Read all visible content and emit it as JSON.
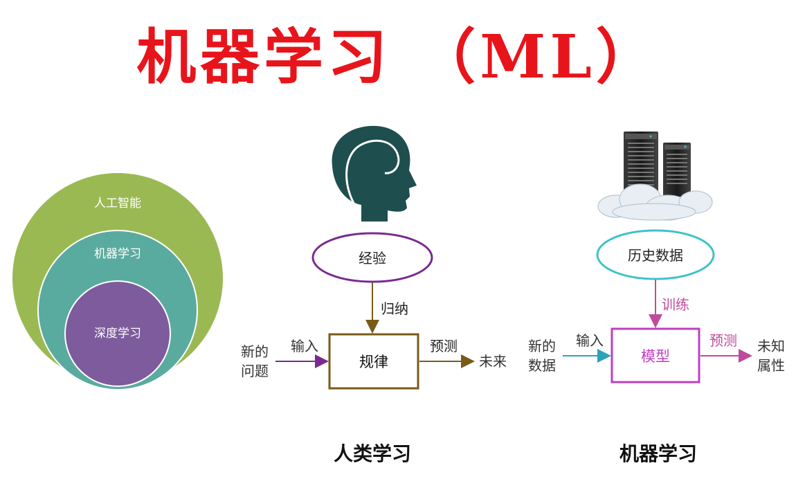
{
  "title": "机器学习 （ML）",
  "venn": {
    "outer": "人工智能",
    "middle": "机器学习",
    "inner": "深度学习",
    "colors": {
      "outer": "#9ab953",
      "middle": "#5aab9f",
      "inner": "#7d5b9c"
    }
  },
  "human": {
    "experience": "经验",
    "induce": "归纳",
    "input_line1": "新的",
    "input_line2": "问题",
    "input_label": "输入",
    "rule": "规律",
    "predict": "预测",
    "output": "未来",
    "caption": "人类学习",
    "colors": {
      "ellipse": "#7a2a8f",
      "box": "#7a5a1a",
      "head": "#1f4e4e"
    }
  },
  "machine": {
    "history": "历史数据",
    "train": "训练",
    "input_line1": "新的",
    "input_line2": "数据",
    "input_label": "输入",
    "model": "模型",
    "predict": "预测",
    "output_line1": "未知",
    "output_line2": "属性",
    "caption": "机器学习",
    "colors": {
      "ellipse": "#3fc1c9",
      "box": "#c03ec4",
      "arrow": "#c04a9c",
      "input_arrow": "#2aa3b8"
    }
  }
}
